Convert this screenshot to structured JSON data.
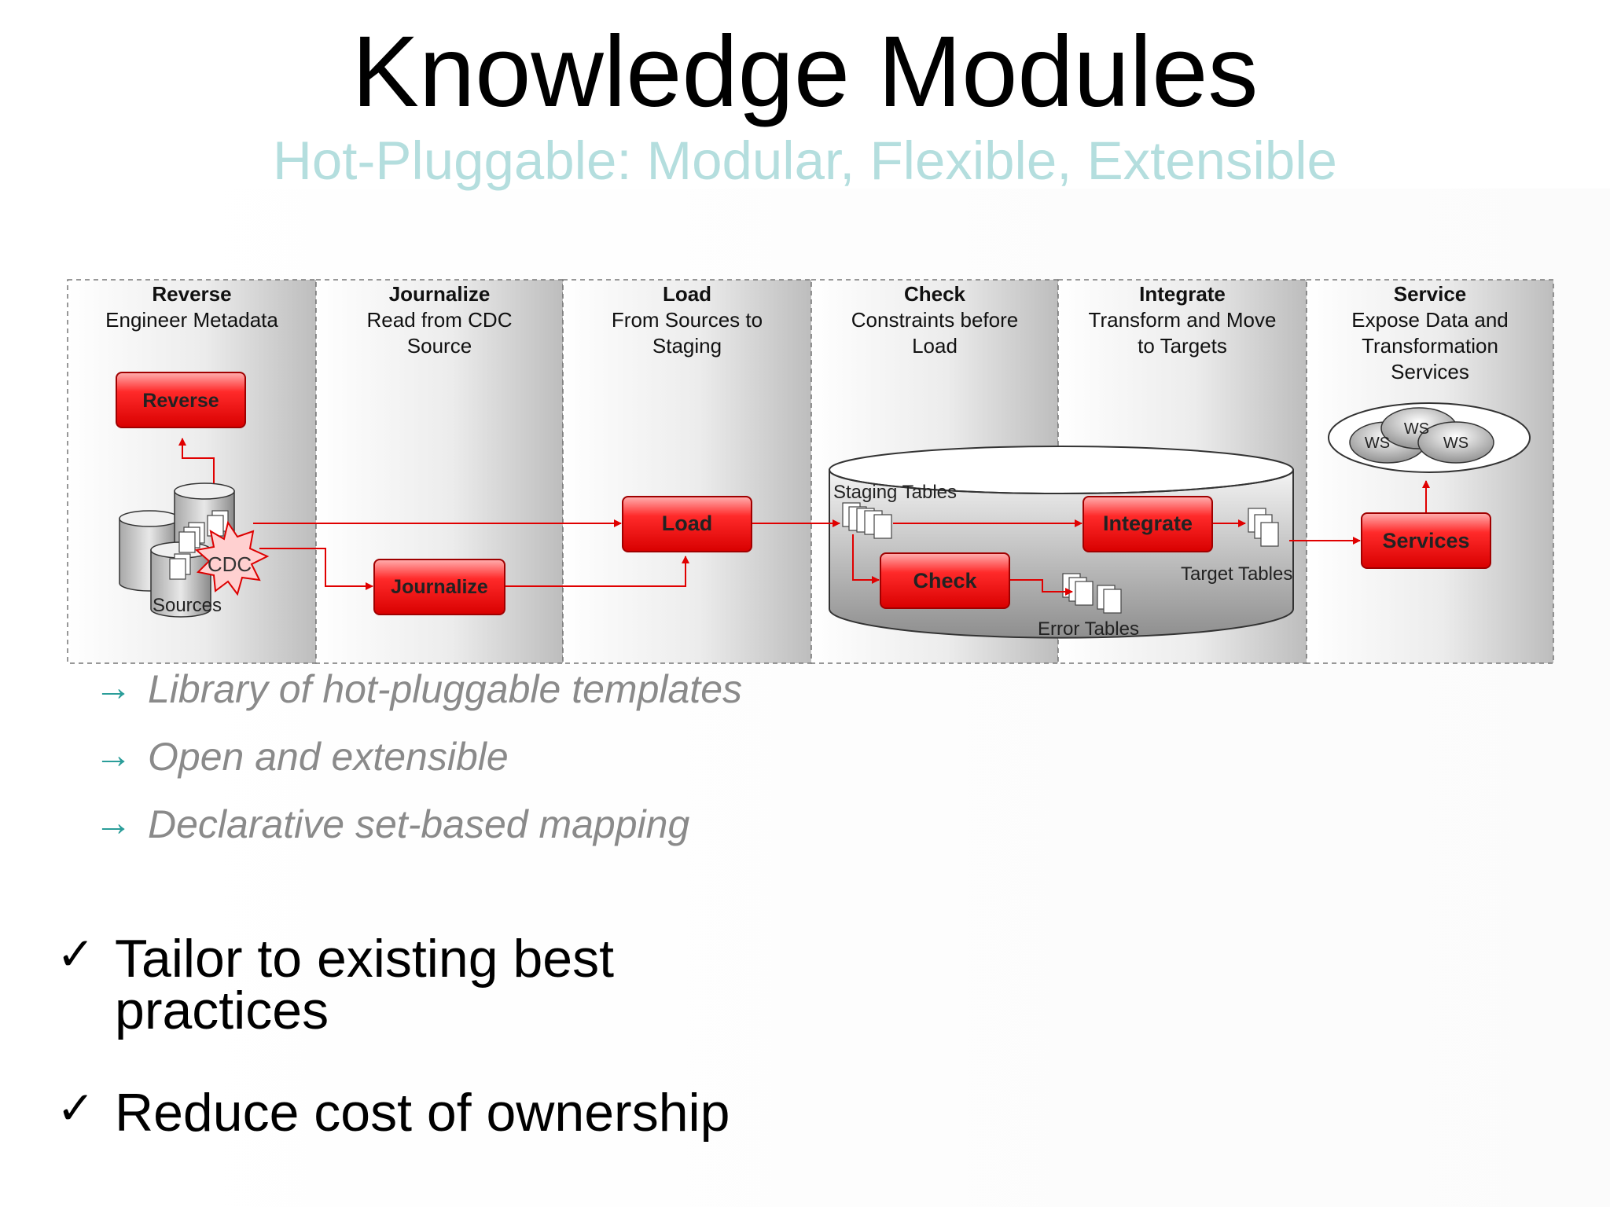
{
  "slide": {
    "title": "Knowledge Modules",
    "subtitle": "Hot-Pluggable: Modular, Flexible, Extensible"
  },
  "diagram": {
    "columns": [
      {
        "name": "Reverse",
        "desc": [
          "Engineer Metadata"
        ]
      },
      {
        "name": "Journalize",
        "desc": [
          "Read from CDC",
          "Source"
        ]
      },
      {
        "name": "Load",
        "desc": [
          "From Sources to",
          "Staging"
        ]
      },
      {
        "name": "Check",
        "desc": [
          "Constraints before",
          "Load"
        ]
      },
      {
        "name": "Integrate",
        "desc": [
          "Transform and Move",
          "to Targets"
        ]
      },
      {
        "name": "Service",
        "desc": [
          "Expose Data and",
          "Transformation",
          "Services"
        ]
      }
    ],
    "boxes": {
      "reverse": "Reverse",
      "journalize": "Journalize",
      "load": "Load",
      "check": "Check",
      "integrate": "Integrate",
      "services": "Services"
    },
    "labels": {
      "cdc": "CDC",
      "sources": "Sources",
      "staging_tables": "Staging Tables",
      "error_tables": "Error Tables",
      "target_tables": "Target Tables",
      "ws": "WS"
    },
    "colors": {
      "box_red": "#ee1111",
      "arrow_red": "#e00000",
      "panel_gray": "#c8c8c8"
    }
  },
  "bullets": [
    "Library of hot-pluggable templates",
    "Open and extensible",
    "Declarative set-based mapping"
  ],
  "checks": [
    {
      "lines": [
        "Tailor to existing best",
        "practices"
      ]
    },
    {
      "lines": [
        "Reduce cost of ownership"
      ]
    }
  ]
}
